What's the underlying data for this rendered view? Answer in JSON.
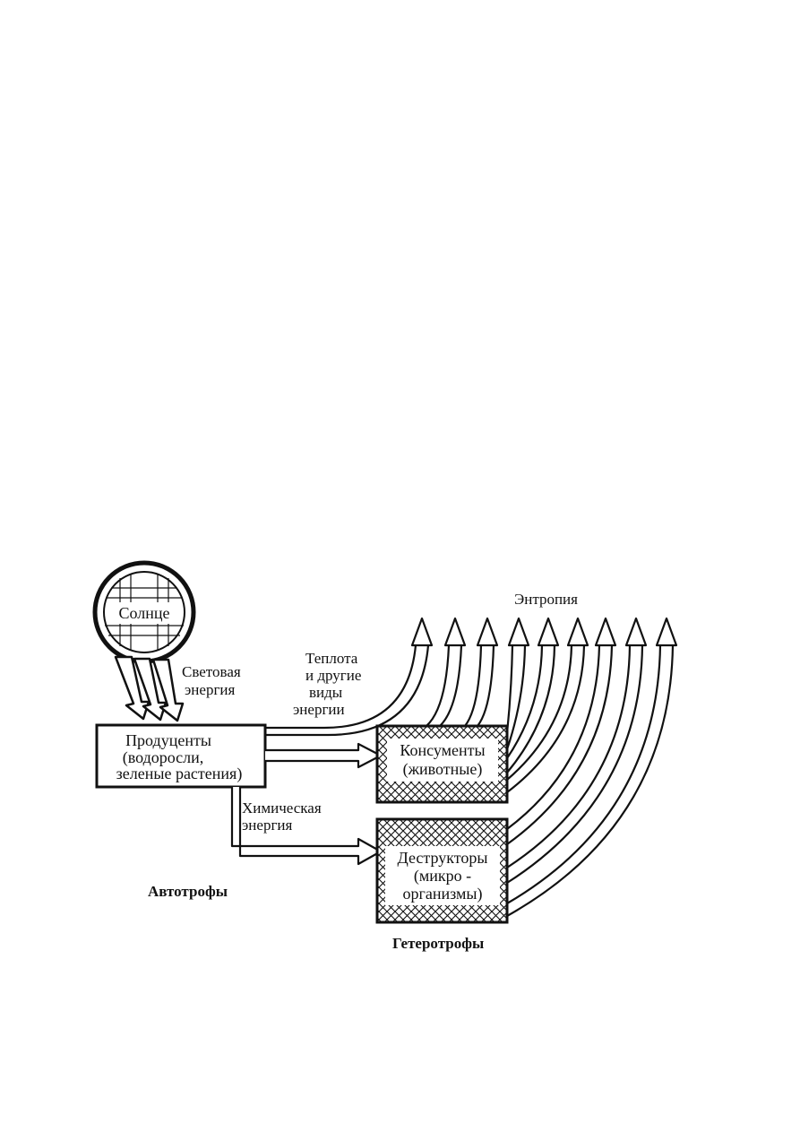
{
  "sun": {
    "label": "Солнце"
  },
  "light_energy": {
    "line1": "Световая",
    "line2": "энергия"
  },
  "heat": {
    "line1": "Теплота",
    "line2": "и другие",
    "line3": "виды",
    "line4": "энергии"
  },
  "entropy": {
    "label": "Энтропия"
  },
  "producers": {
    "line1": "Продуценты",
    "line2": "(водоросли,",
    "line3": "зеленые растения)"
  },
  "consumers": {
    "line1": "Консументы",
    "line2": "(животные)"
  },
  "chemical_energy": {
    "line1": "Химическая",
    "line2": "энергия"
  },
  "decomposers": {
    "line1": "Деструкторы",
    "line2": "(микро -",
    "line3": "организмы)"
  },
  "autotrophs": {
    "label": "Автотрофы"
  },
  "heterotrophs": {
    "label": "Гетеротрофы"
  },
  "colors": {
    "ink": "#111111",
    "paper": "#ffffff"
  }
}
